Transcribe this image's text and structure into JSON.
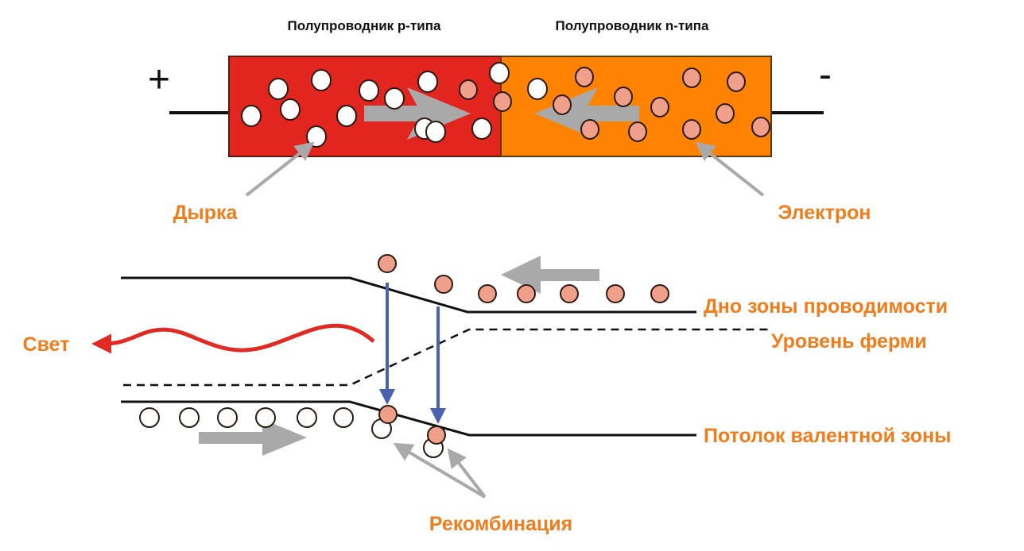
{
  "title_p": "Полупроводник p-типа",
  "title_n": "Полупроводник n-типа",
  "plus": "+",
  "minus": "-",
  "hole_label": "Дырка",
  "electron_label": "Электрон",
  "light_label": "Свет",
  "conduction_label": "Дно зоны проводимости",
  "fermi_label": "Уровень ферми",
  "valence_label": "Потолок валентной зоны",
  "recombination_label": "Рекомбинация",
  "colors": {
    "p_region": "#e2261f",
    "n_region": "#ff8200",
    "hole": "#ffffff",
    "electron": "#f0a08a",
    "arrow": "#a9a9a9",
    "transition": "#4a62ad",
    "light": "#e02a22",
    "label": "#f07d1c"
  }
}
